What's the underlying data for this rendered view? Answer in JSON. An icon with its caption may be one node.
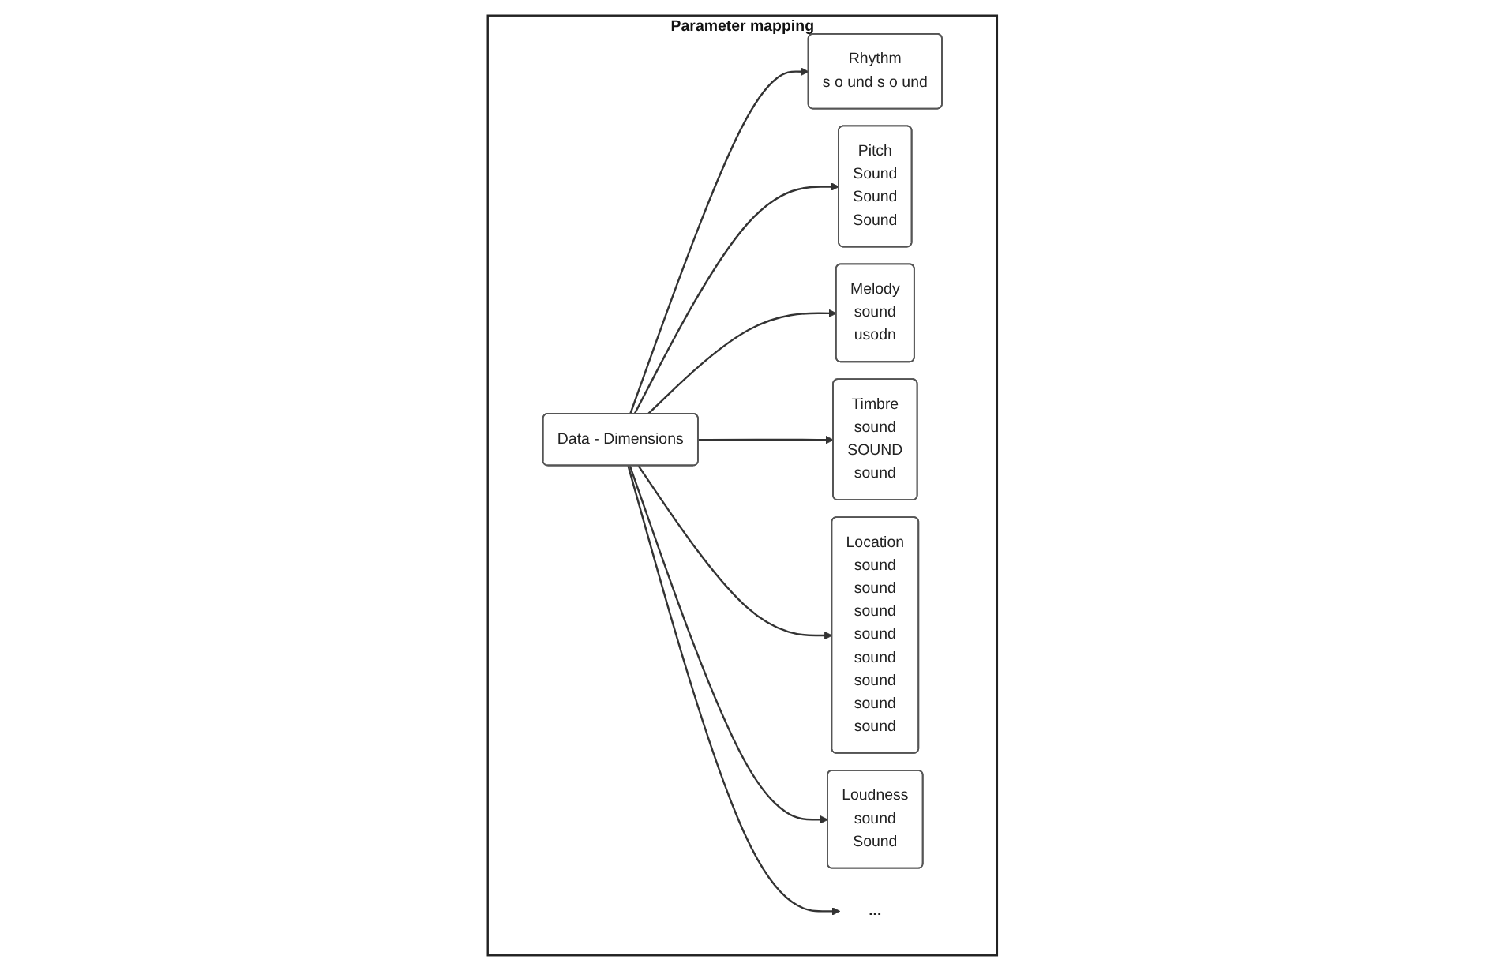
{
  "diagram": {
    "nodes": [
      {
        "text": [
          "Parameter mapping"
        ]
      },
      {
        "text": [
          "Data - Dimensions"
        ],
        "in": 0
      },
      {
        "text": [
          "Rhythm",
          "s o und s o und"
        ],
        "in": 0
      },
      {
        "text": [
          "Pitch",
          "Sound",
          "Sound",
          "Sound"
        ],
        "in": 0
      },
      {
        "text": [
          "Melody",
          "sound",
          "usodn"
        ],
        "in": 0
      },
      {
        "text": [
          "Timbre",
          "sound",
          "SOUND",
          "sound"
        ],
        "in": 0
      },
      {
        "text": [
          "Location",
          "sound",
          "sound",
          "sound",
          "sound",
          "sound",
          "sound",
          "sound",
          "sound"
        ],
        "in": 0
      },
      {
        "text": [
          "Loudness",
          "sound",
          "Sound"
        ],
        "in": 0
      },
      {
        "text": [
          "..."
        ],
        "in": 0
      }
    ],
    "edges": [
      {
        "from": 1,
        "to": 2,
        "arrow": "to"
      },
      {
        "from": 1,
        "to": 3,
        "arrow": "to"
      },
      {
        "from": 1,
        "to": 4,
        "arrow": "to"
      },
      {
        "from": 1,
        "to": 5,
        "arrow": "to"
      },
      {
        "from": 1,
        "to": 6,
        "arrow": "to"
      },
      {
        "from": 1,
        "to": 7,
        "arrow": "to"
      },
      {
        "from": 1,
        "to": 8,
        "arrow": "to"
      }
    ]
  }
}
